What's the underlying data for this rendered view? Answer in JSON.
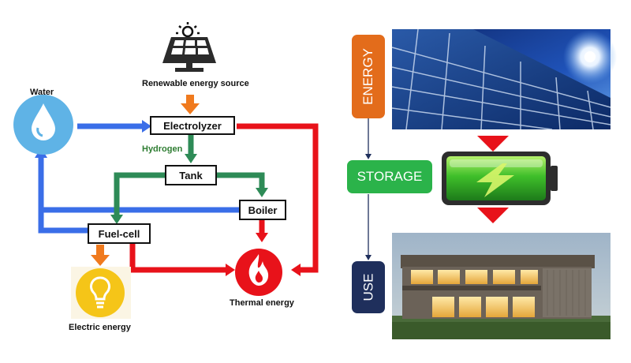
{
  "left": {
    "nodes": {
      "source": "Renewable energy source",
      "water": "Water",
      "electrolyzer": "Electrolyzer",
      "hydrogen": "Hydrogen",
      "tank": "Tank",
      "boiler": "Boiler",
      "fuel_cell": "Fuel-cell",
      "electric": "Electric energy",
      "thermal": "Thermal energy"
    },
    "icons": {
      "source": "solar-panel-with-sun-icon",
      "water": "water-drop-icon",
      "electric": "light-bulb-icon",
      "thermal": "flame-icon"
    },
    "colors": {
      "water_flow": "#3a6ee8",
      "hydrogen_flow": "#2e8b57",
      "heat_flow": "#e8121a",
      "power_flow": "#f07a1e",
      "water_icon": "#5fb3e6",
      "electric_icon": "#f5c518",
      "thermal_icon": "#e8121a"
    }
  },
  "right": {
    "stages": {
      "energy": "ENERGY",
      "storage": "STORAGE",
      "use": "USE"
    },
    "colors": {
      "energy": "#e36c1b",
      "storage": "#2bb34a",
      "use": "#1f2f5c",
      "arrow": "#e8121a"
    },
    "images": {
      "energy": "solar-panels-photo",
      "storage": "battery-icon",
      "use": "modern-house-photo"
    }
  }
}
